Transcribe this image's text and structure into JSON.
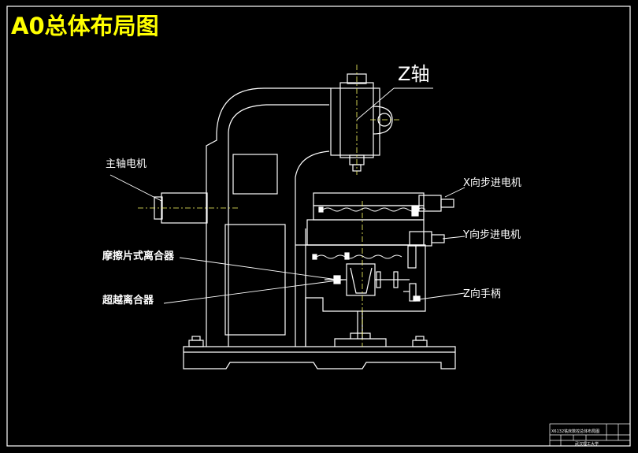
{
  "title": "A0总体布局图",
  "colors": {
    "background": "#000000",
    "outline": "#ffffff",
    "title": "#ffff00",
    "centerline": "#ffff66"
  },
  "callouts": {
    "z_axis": "Z轴",
    "spindle_motor": "主轴电机",
    "x_motor": "X向步进电机",
    "y_motor": "Y向步进电机",
    "friction_clutch": "摩擦片式离合器",
    "overrunning_clutch": "超越离合器",
    "z_handwheel": "Z向手柄"
  },
  "title_block": {
    "drawing_name": "X6132铣床数控总体布局图",
    "school": "武汉理工大学"
  }
}
